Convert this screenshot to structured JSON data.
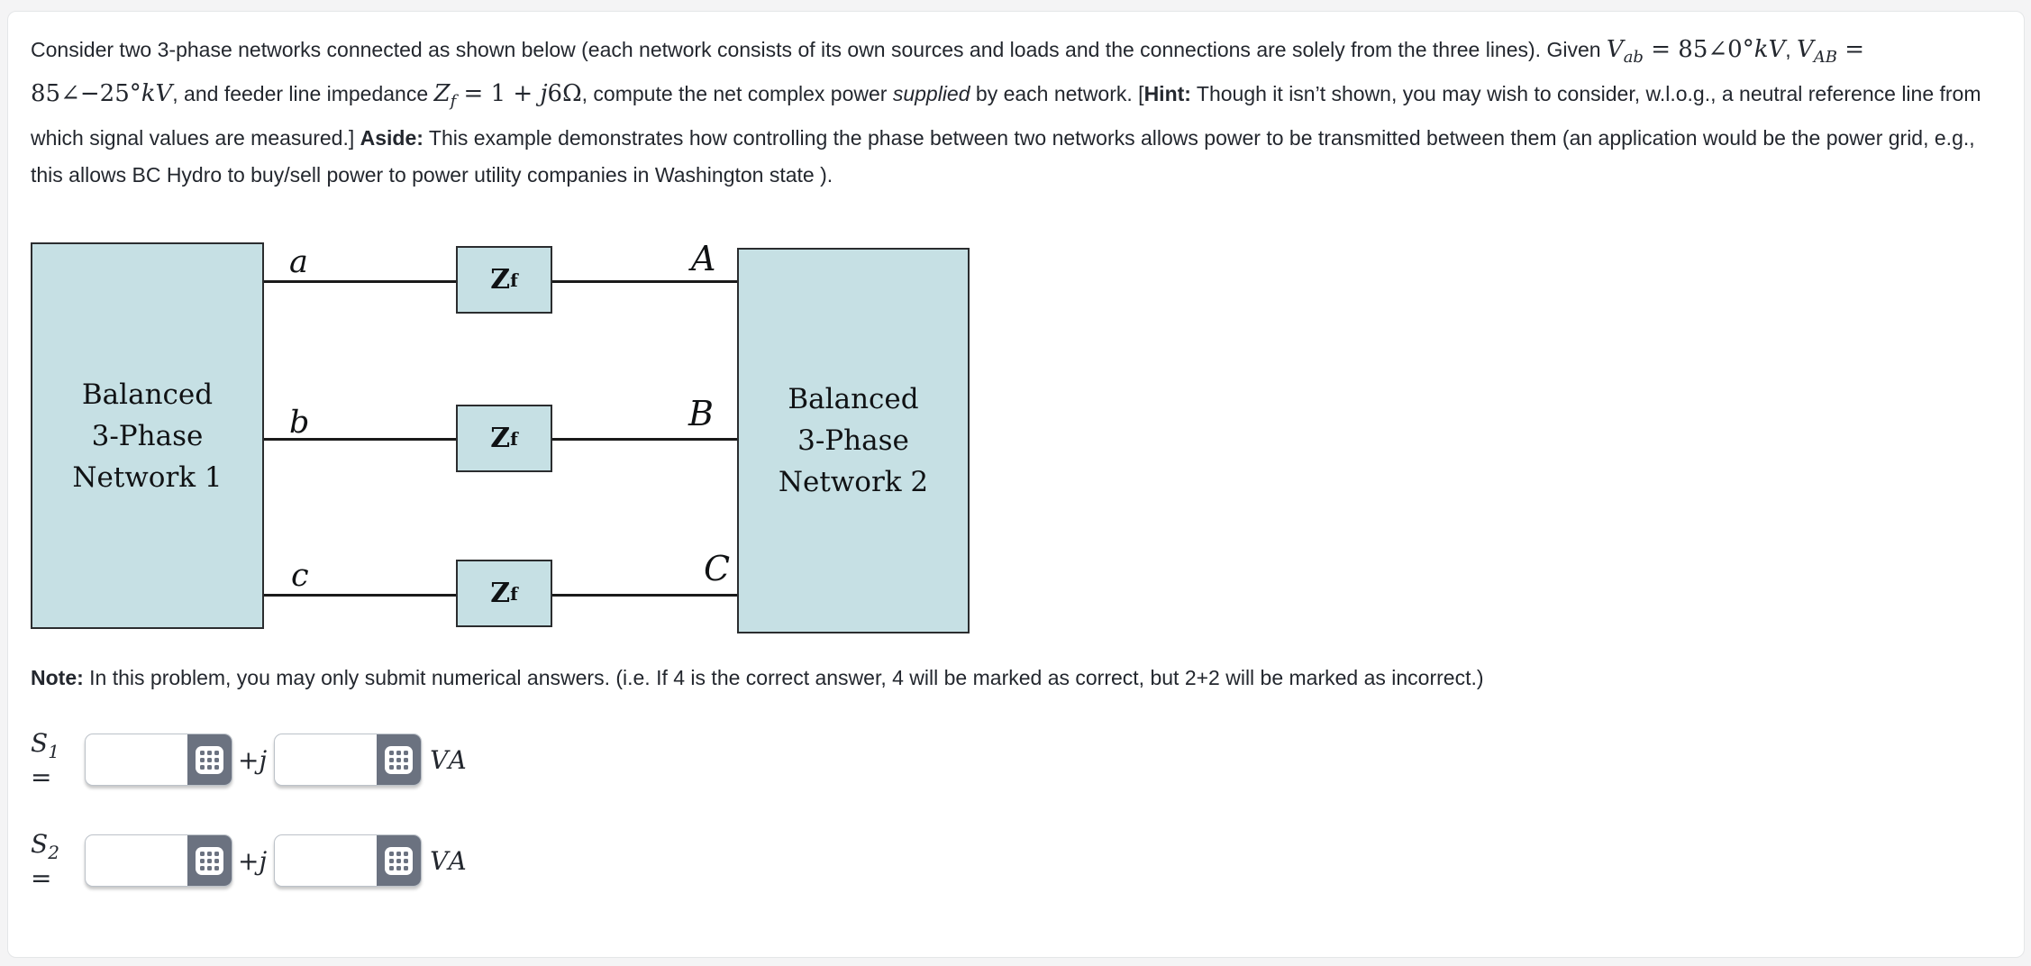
{
  "theme": {
    "diagram_box_fill": "#c6e0e4",
    "diagram_box_border": "#2b2d2f",
    "keypad_button_color": "#6b7280",
    "page_background": "#f4f4f5",
    "card_background": "#ffffff"
  },
  "problem": {
    "intro_segments": [
      {
        "t": "Consider two 3-phase networks connected as shown below (each network consists of its own sources and loads and the connections are solely from the three lines). Given ",
        "c": ""
      },
      {
        "t": "V",
        "c": "mi"
      },
      {
        "t": "ab",
        "c": "sub"
      },
      {
        "t": " = 85∠0°",
        "c": "mr"
      },
      {
        "t": "kV",
        "c": "mi"
      },
      {
        "t": ", ",
        "c": ""
      },
      {
        "t": "V",
        "c": "mi"
      },
      {
        "t": "AB",
        "c": "sub"
      },
      {
        "t": " = 85∠−25°",
        "c": "mr"
      },
      {
        "t": "kV",
        "c": "mi"
      },
      {
        "t": ", and feeder line impedance ",
        "c": ""
      },
      {
        "t": "Z",
        "c": "mi"
      },
      {
        "t": "f",
        "c": "sub"
      },
      {
        "t": " = 1 + ",
        "c": "mr"
      },
      {
        "t": "j",
        "c": "mi"
      },
      {
        "t": "6Ω",
        "c": "mr"
      },
      {
        "t": ", compute the net complex power ",
        "c": ""
      },
      {
        "t": "supplied",
        "c": "i"
      },
      {
        "t": " by each network. [",
        "c": ""
      },
      {
        "t": "Hint:",
        "c": "b"
      },
      {
        "t": " Though it isn’t shown, you may wish to consider, w.l.o.g., a neutral reference line from which signal values are measured.] ",
        "c": ""
      },
      {
        "t": "Aside:",
        "c": "b"
      },
      {
        "t": " This example demonstrates how controlling the phase between two networks allows power to be transmitted between them (an application would be the power grid, e.g., this allows BC Hydro to buy/sell power to power utility companies in Washington state ).",
        "c": ""
      }
    ],
    "note_segments": [
      {
        "t": "Note:",
        "c": "b"
      },
      {
        "t": " In this problem, you may only submit numerical answers. (i.e. If 4 is the correct answer, 4 will be marked as correct, but 2+2 will be marked as incorrect.)",
        "c": ""
      }
    ]
  },
  "diagram": {
    "network1_lines": [
      "Balanced",
      "3-Phase",
      "Network 1"
    ],
    "network2_lines": [
      "Balanced",
      "3-Phase",
      "Network 2"
    ],
    "left_terminals": [
      "a",
      "b",
      "c"
    ],
    "right_terminals": [
      "A",
      "B",
      "C"
    ],
    "impedance_symbol": "Z",
    "impedance_sub": "f"
  },
  "answers": {
    "rows": [
      {
        "symbol": "S",
        "sub": "1",
        "equals": "=",
        "plus": "+",
        "j": "j",
        "unit": "VA",
        "real_value": "",
        "imag_value": ""
      },
      {
        "symbol": "S",
        "sub": "2",
        "equals": "=",
        "plus": "+",
        "j": "j",
        "unit": "VA",
        "real_value": "",
        "imag_value": ""
      }
    ]
  }
}
